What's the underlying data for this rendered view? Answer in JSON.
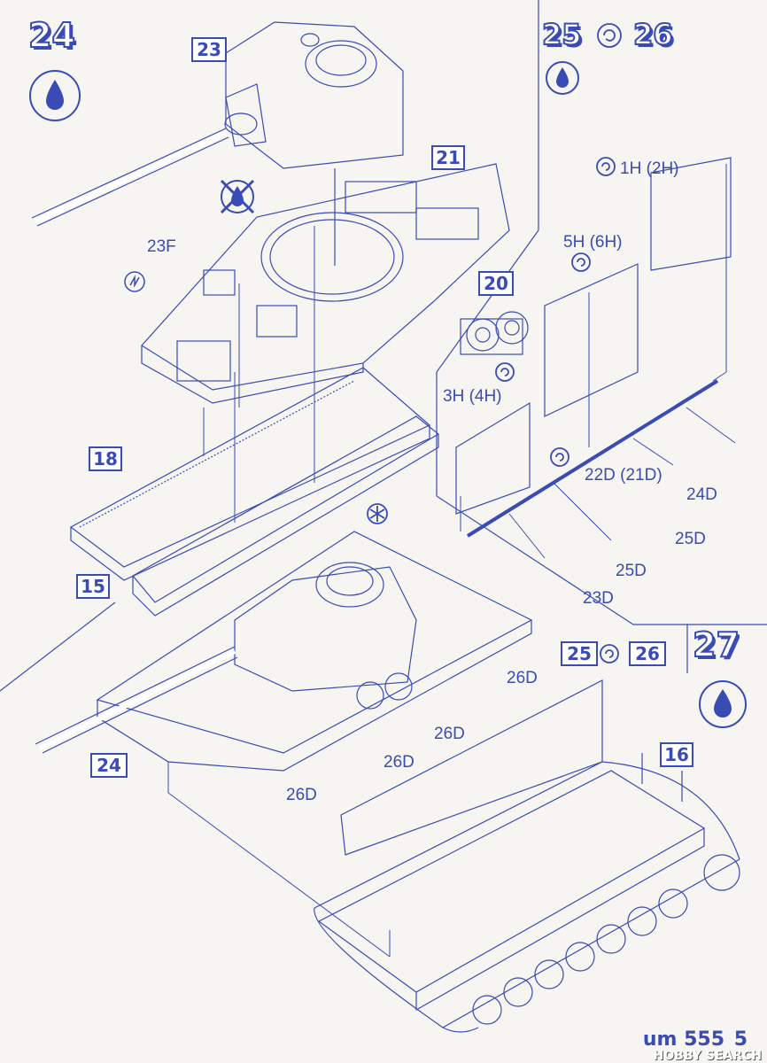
{
  "steps": {
    "step_24": "24",
    "step_25": "25",
    "step_26": "26",
    "step_27": "27",
    "ref_25": "25",
    "ref_26": "26"
  },
  "part_boxes": {
    "b23": "23",
    "b21": "21",
    "b20": "20",
    "b18": "18",
    "b15": "15",
    "b24": "24",
    "b16": "16"
  },
  "labels": {
    "p23f": "23F",
    "p1h": "1H (2H)",
    "p5h": "5H (6H)",
    "p3h": "3H (4H)",
    "p22d": "22D (21D)",
    "p24d": "24D",
    "p25d_a": "25D",
    "p25d_b": "25D",
    "p23d": "23D",
    "p26d_a": "26D",
    "p26d_b": "26D",
    "p26d_c": "26D",
    "p26d_d": "26D"
  },
  "footer": {
    "code": "um 555",
    "page": "5",
    "brand": "HOBBY SEARCH"
  },
  "colors": {
    "ink": "#3a4bb3",
    "paper": "#f6f5f1"
  },
  "icons": [
    "paint-drop-icon",
    "no-paint-icon",
    "glue-icon",
    "mirror-part-icon",
    "asterisk-icon"
  ]
}
